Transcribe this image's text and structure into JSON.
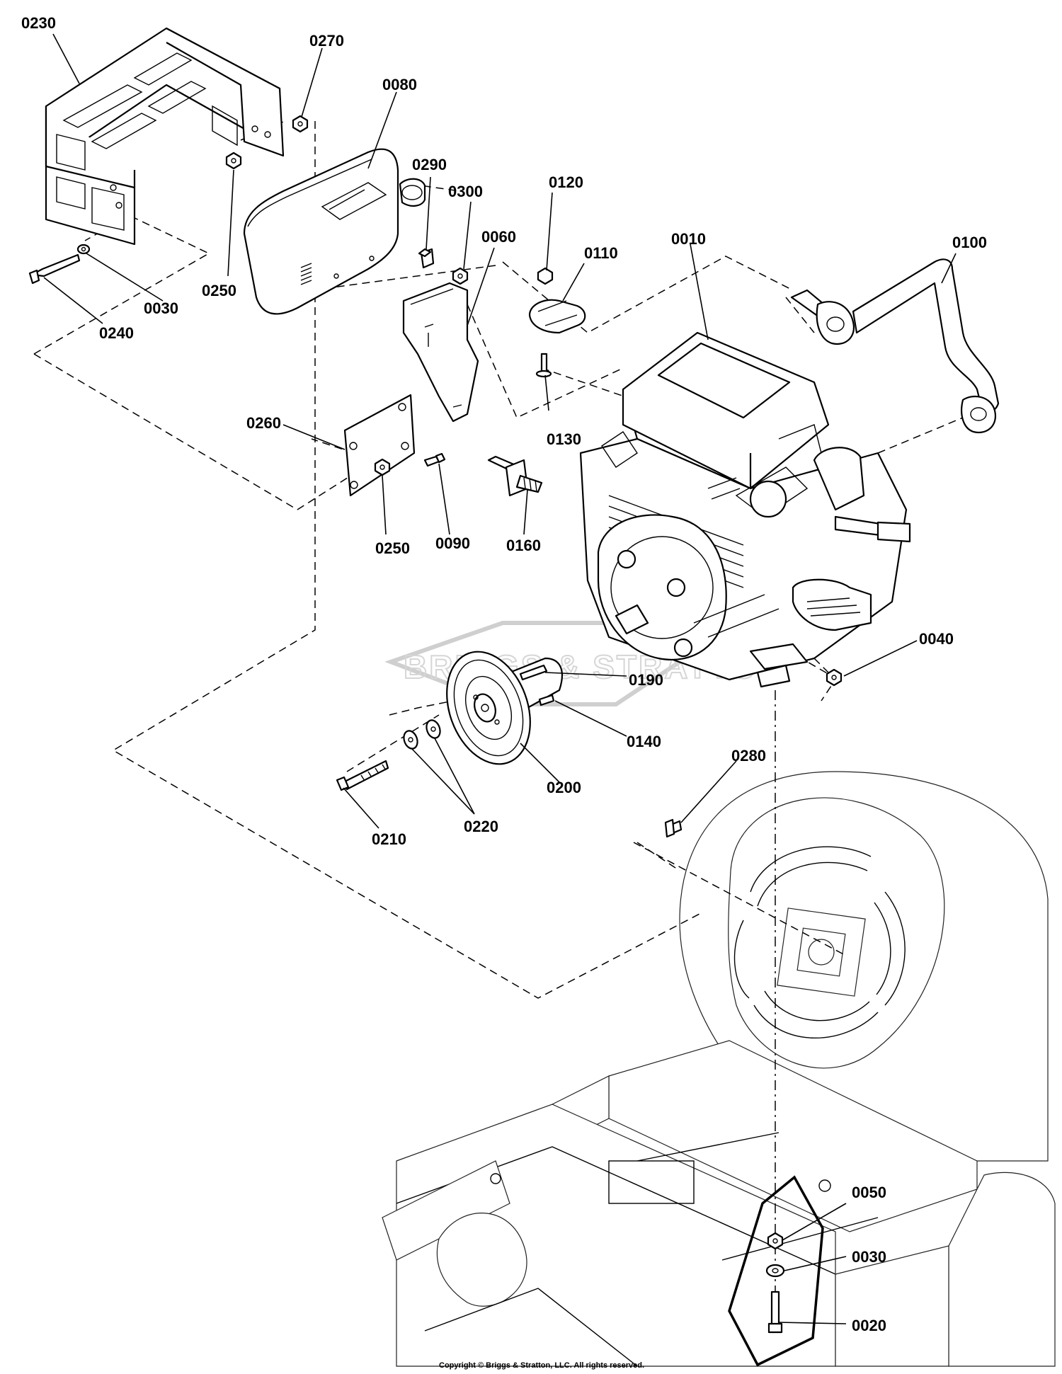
{
  "watermark": "BRIGGS & STRATTON",
  "copyright": "Copyright © Briggs & Stratton, LLC. All rights reserved.",
  "callouts": [
    {
      "id": "c0230",
      "text": "0230"
    },
    {
      "id": "c0270",
      "text": "0270"
    },
    {
      "id": "c0080",
      "text": "0080"
    },
    {
      "id": "c0290",
      "text": "0290"
    },
    {
      "id": "c0300",
      "text": "0300"
    },
    {
      "id": "c0060",
      "text": "0060"
    },
    {
      "id": "c0120",
      "text": "0120"
    },
    {
      "id": "c0110",
      "text": "0110"
    },
    {
      "id": "c0010",
      "text": "0010"
    },
    {
      "id": "c0100",
      "text": "0100"
    },
    {
      "id": "c0250a",
      "text": "0250"
    },
    {
      "id": "c0030a",
      "text": "0030"
    },
    {
      "id": "c0240",
      "text": "0240"
    },
    {
      "id": "c0130",
      "text": "0130"
    },
    {
      "id": "c0260",
      "text": "0260"
    },
    {
      "id": "c0250b",
      "text": "0250"
    },
    {
      "id": "c0090",
      "text": "0090"
    },
    {
      "id": "c0160",
      "text": "0160"
    },
    {
      "id": "c0040",
      "text": "0040"
    },
    {
      "id": "c0190",
      "text": "0190"
    },
    {
      "id": "c0140",
      "text": "0140"
    },
    {
      "id": "c0200",
      "text": "0200"
    },
    {
      "id": "c0280",
      "text": "0280"
    },
    {
      "id": "c0210",
      "text": "0210"
    },
    {
      "id": "c0220",
      "text": "0220"
    },
    {
      "id": "c0050",
      "text": "0050"
    },
    {
      "id": "c0030b",
      "text": "0030"
    },
    {
      "id": "c0020",
      "text": "0020"
    }
  ]
}
